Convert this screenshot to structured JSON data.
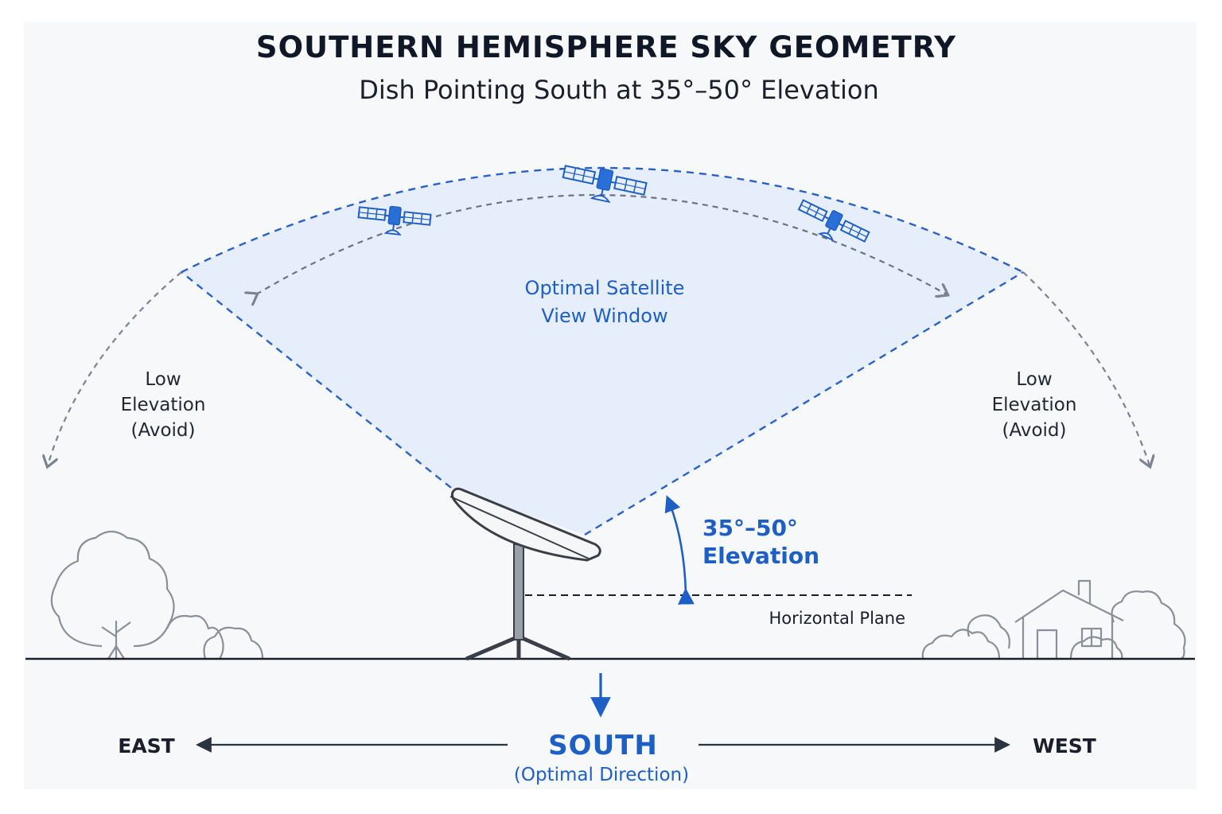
{
  "header": {
    "title": "SOUTHERN HEMISPHERE SKY GEOMETRY",
    "subtitle": "Dish Pointing South at 35°–50° Elevation"
  },
  "window": {
    "label_line1": "Optimal Satellite",
    "label_line2": "View Window"
  },
  "low_left": {
    "line1": "Low",
    "line2": "Elevation",
    "line3": "(Avoid)"
  },
  "low_right": {
    "line1": "Low",
    "line2": "Elevation",
    "line3": "(Avoid)"
  },
  "elevation": {
    "line1": "35°–50°",
    "line2": "Elevation"
  },
  "horizontal_plane": "Horizontal Plane",
  "directions": {
    "east": "EAST",
    "west": "WEST",
    "south": "SOUTH",
    "south_sub": "(Optimal Direction)"
  },
  "colors": {
    "accent_blue": "#1d5fc4",
    "window_fill": "#e8effb",
    "ink": "#1a1f2b",
    "outline_gray": "#8a8f98"
  }
}
